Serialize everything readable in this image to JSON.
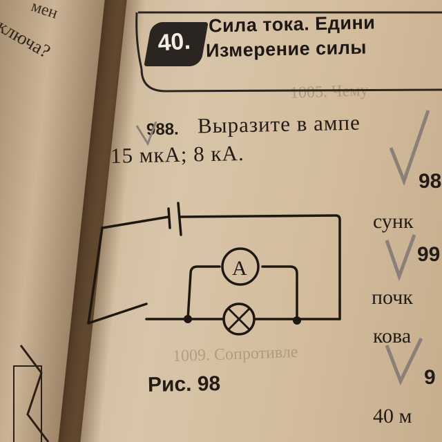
{
  "left_page": {
    "fragment_1": "мен",
    "fragment_2": "ключа?"
  },
  "section": {
    "number": "40.",
    "title_line1": "Сила тока. Едини",
    "title_line2": "Измерение силы"
  },
  "problem": {
    "number": "988.",
    "text_line1": "Выразите в ампе",
    "text_line2": "15 мкА; 8 кА."
  },
  "figure": {
    "caption": "Рис. 98",
    "ammeter_symbol": "A",
    "elements": [
      "battery-icon",
      "switch-icon",
      "ammeter-icon",
      "lamp-icon"
    ]
  },
  "right_column": {
    "num_1": "98",
    "word_1": "сунк",
    "num_2": "99",
    "word_2": "почк",
    "word_3": "кова",
    "num_3": "9",
    "word_4": "40 м"
  },
  "bleed_through": {
    "line_1": "1005. Чему",
    "line_2": "1009. Сопротивле"
  },
  "colors": {
    "ink": "#231c16",
    "pencil_tick": "#8a8078",
    "chapter_badge": "#2a2520"
  }
}
